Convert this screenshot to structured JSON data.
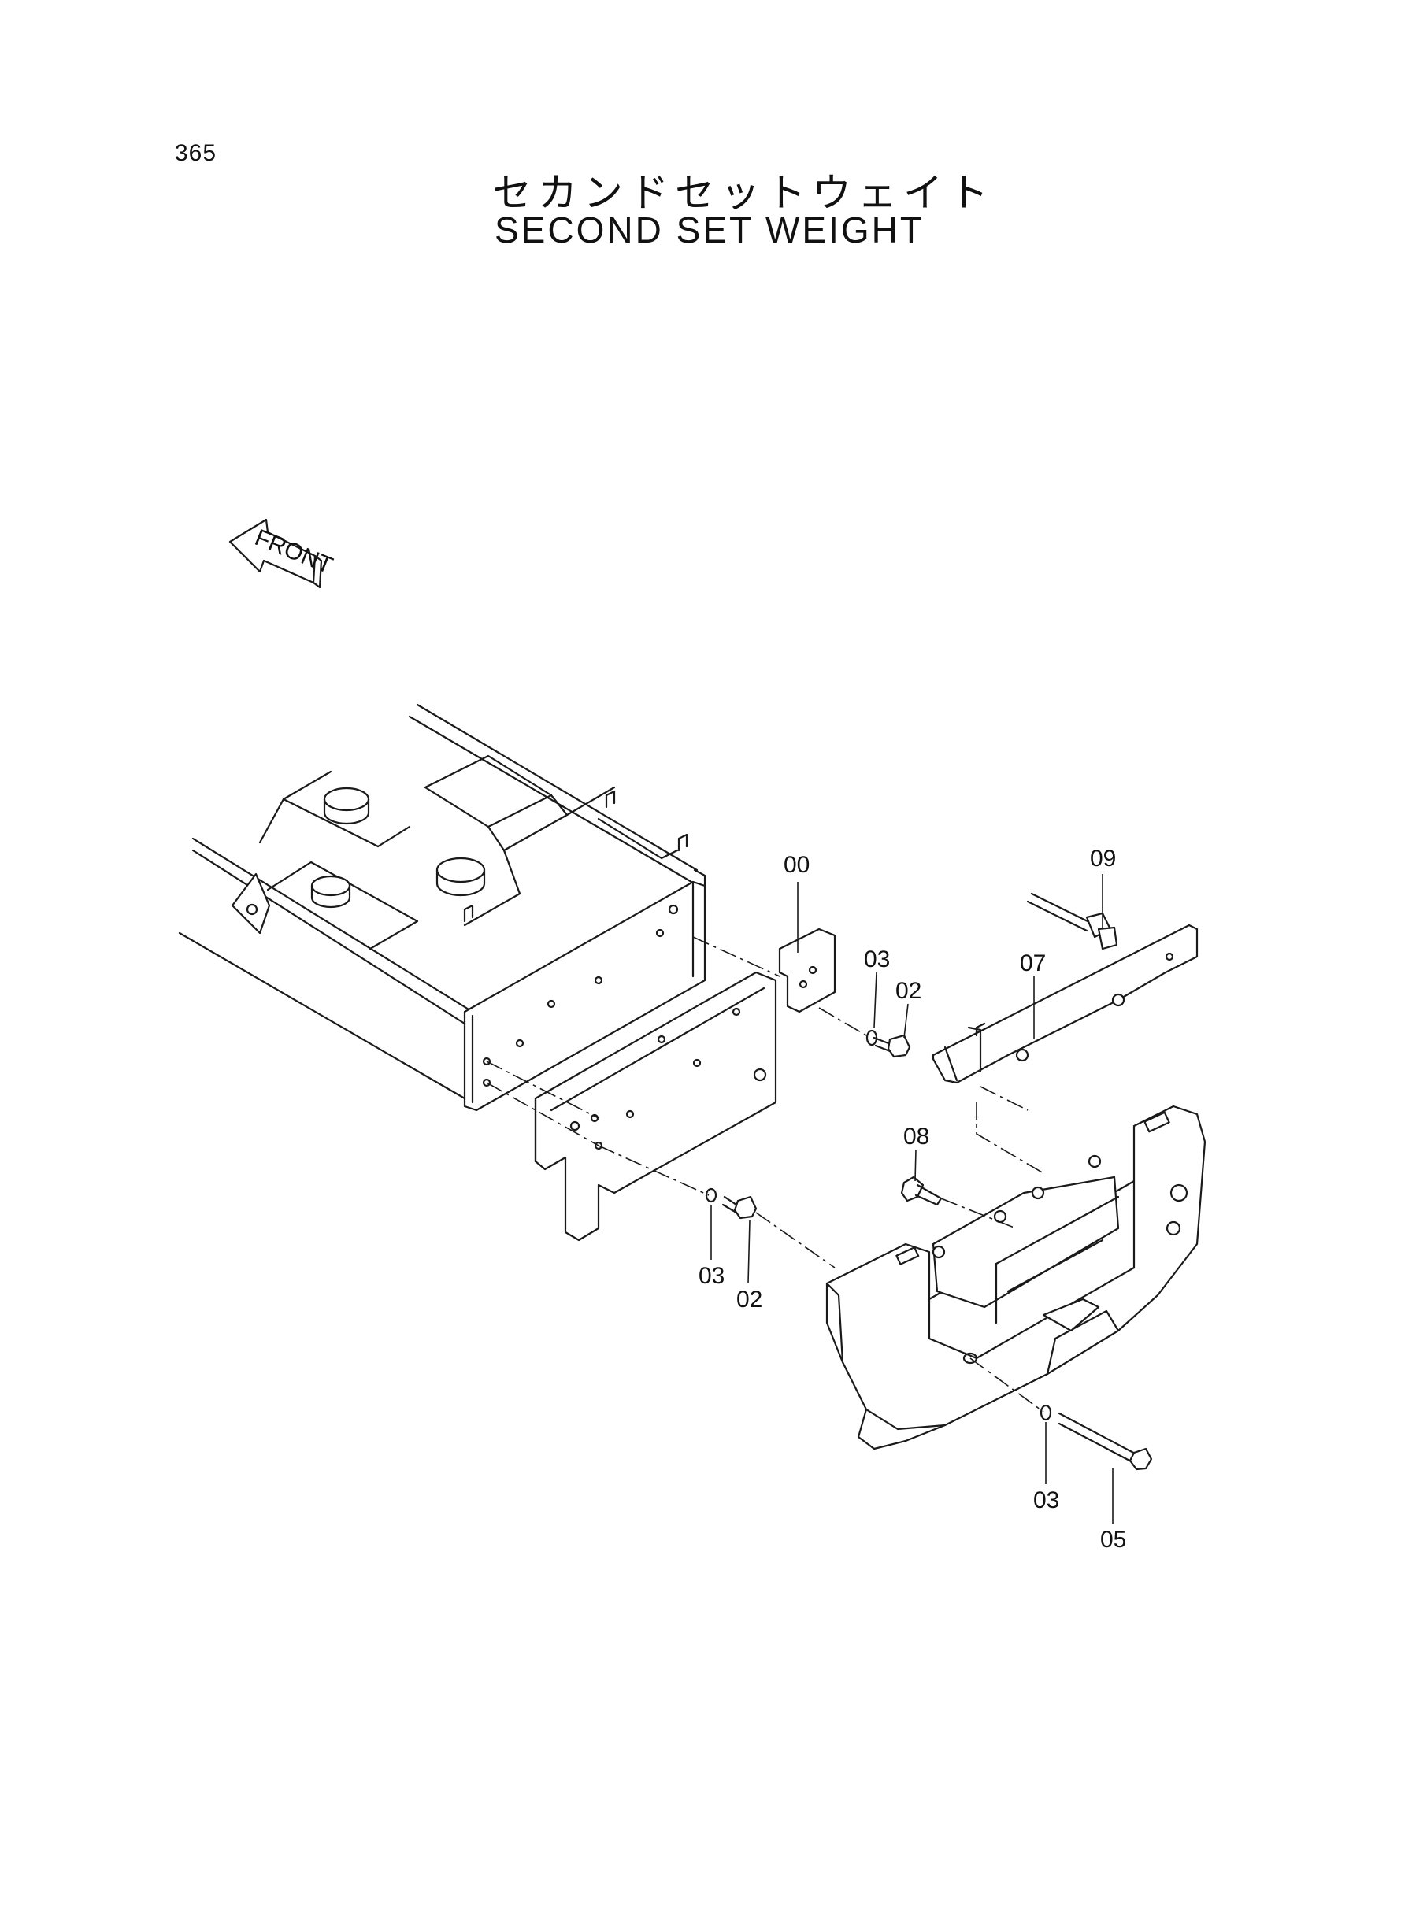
{
  "page": {
    "number": "365",
    "title_jp": "セカンドセットウェイト",
    "title_en": "SECOND SET WEIGHT"
  },
  "front_arrow": {
    "label": "FRONT"
  },
  "callouts": [
    {
      "id": "c00",
      "label": "00"
    },
    {
      "id": "c09",
      "label": "09"
    },
    {
      "id": "c03a",
      "label": "03"
    },
    {
      "id": "c02a",
      "label": "02"
    },
    {
      "id": "c07",
      "label": "07"
    },
    {
      "id": "c08",
      "label": "08"
    },
    {
      "id": "c03b",
      "label": "03"
    },
    {
      "id": "c02b",
      "label": "02"
    },
    {
      "id": "c03c",
      "label": "03"
    },
    {
      "id": "c05",
      "label": "05"
    }
  ]
}
